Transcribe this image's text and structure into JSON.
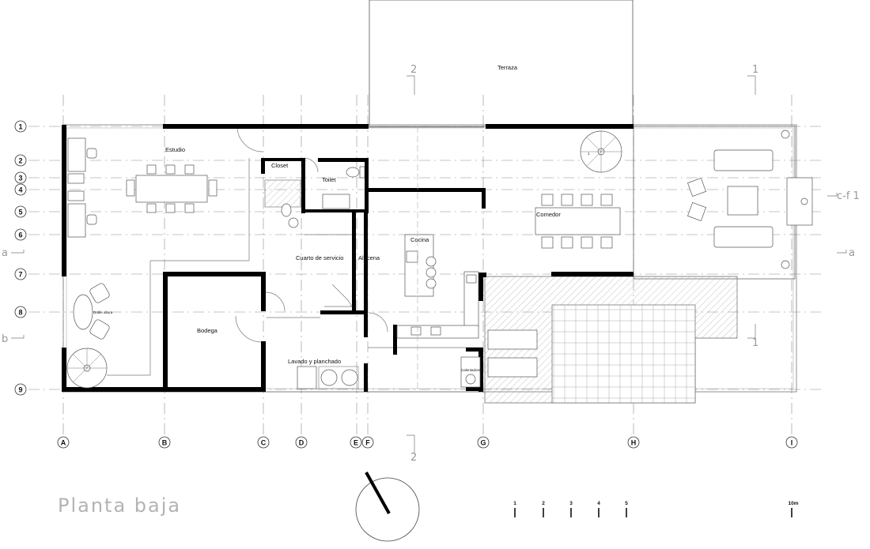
{
  "title": "Planta baja",
  "rooms": {
    "terraza": "Terraza",
    "estudio": "Estudio",
    "closet": "Closet",
    "toilet": "Toilet",
    "comedor": "Comedor",
    "cocina": "Cocina",
    "cuarto_servicio": "Cuarto de servicio",
    "alacena": "Alacena",
    "doble_altura": "Doble altura",
    "bodega": "Bodega",
    "lavado": "Lavado y planchado",
    "calentadores": "Calentadores"
  },
  "axes": {
    "columns": [
      "A",
      "B",
      "C",
      "D",
      "E",
      "F",
      "G",
      "H",
      "I"
    ],
    "rows": [
      "1",
      "2",
      "3",
      "4",
      "5",
      "6",
      "7",
      "8",
      "9"
    ]
  },
  "sections": {
    "section_2_top": "2",
    "section_2_bottom": "2",
    "section_1_top": "1",
    "section_1_bottom": "1",
    "cut_a_left": "a",
    "cut_a_right": "a",
    "cut_b_left": "b",
    "cut_cf1": "c-f 1"
  },
  "stair_number": "1",
  "scale_bar": {
    "ticks": [
      "1",
      "2",
      "3",
      "4",
      "5"
    ],
    "end_label": "10m"
  }
}
